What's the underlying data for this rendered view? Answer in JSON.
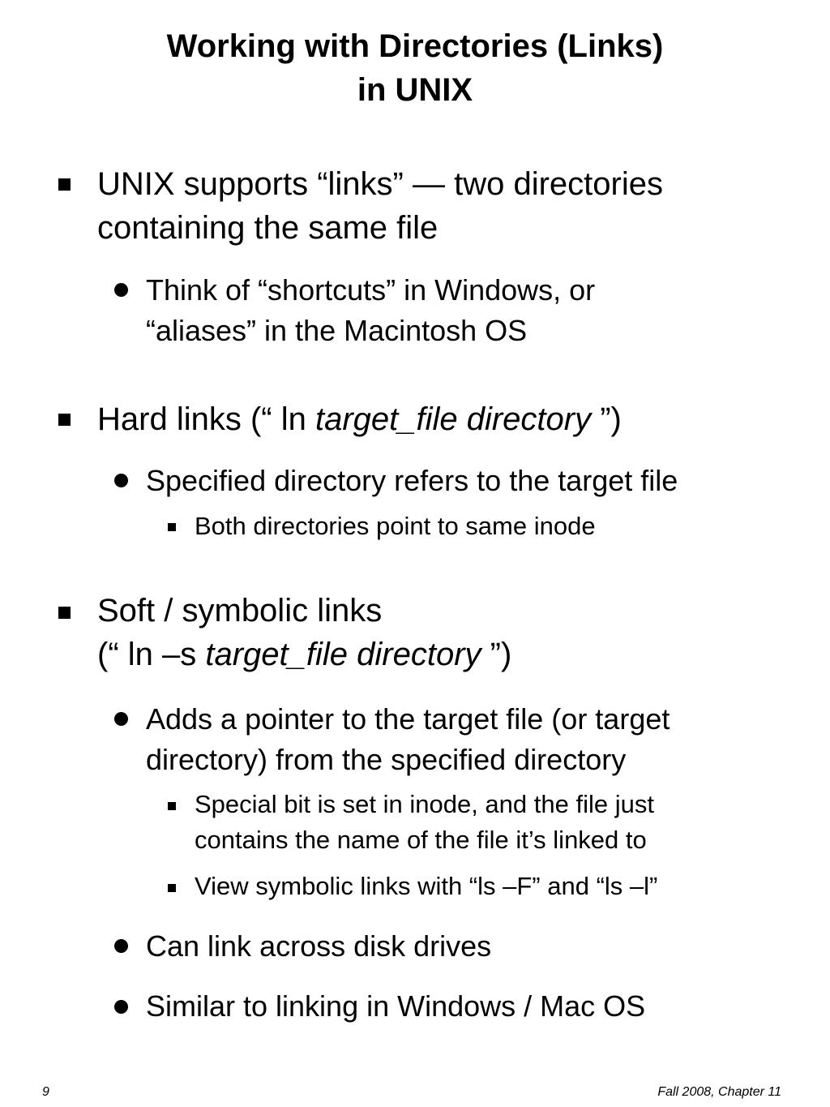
{
  "title": {
    "line1": "Working with Directories (Links)",
    "line2": "in UNIX"
  },
  "bullets": {
    "b1": {
      "line1": "UNIX supports “links” — two directories",
      "line2": "containing the same file"
    },
    "b1_1": {
      "line1": "Think of “shortcuts” in Windows, or",
      "line2": "“aliases” in the Macintosh OS"
    },
    "b2": {
      "prefix": "Hard links (“ ln ",
      "italic": "target_file directory",
      "suffix": " ”)"
    },
    "b2_1": {
      "line1": "Specified directory refers to the target file"
    },
    "b2_1_1": {
      "line1": "Both directories point to same inode"
    },
    "b3": {
      "line1": "Soft / symbolic links",
      "line2_prefix": "(“ ln –s ",
      "line2_italic": "target_file directory",
      "line2_suffix": " ”)"
    },
    "b3_1": {
      "line1": "Adds a pointer to the target file (or target",
      "line2": "directory) from the specified directory"
    },
    "b3_1_1": {
      "line1": "Special bit is set in inode, and the file just",
      "line2": "contains the name of the file it’s linked to"
    },
    "b3_1_2": {
      "line1": "View symbolic links with “ls –F” and “ls –l”"
    },
    "b3_2": {
      "line1": "Can link across disk drives"
    },
    "b3_3": {
      "line1": "Similar to linking in Windows / Mac OS"
    }
  },
  "footer": {
    "page_number": "9",
    "course_info": "Fall 2008, Chapter 11"
  }
}
